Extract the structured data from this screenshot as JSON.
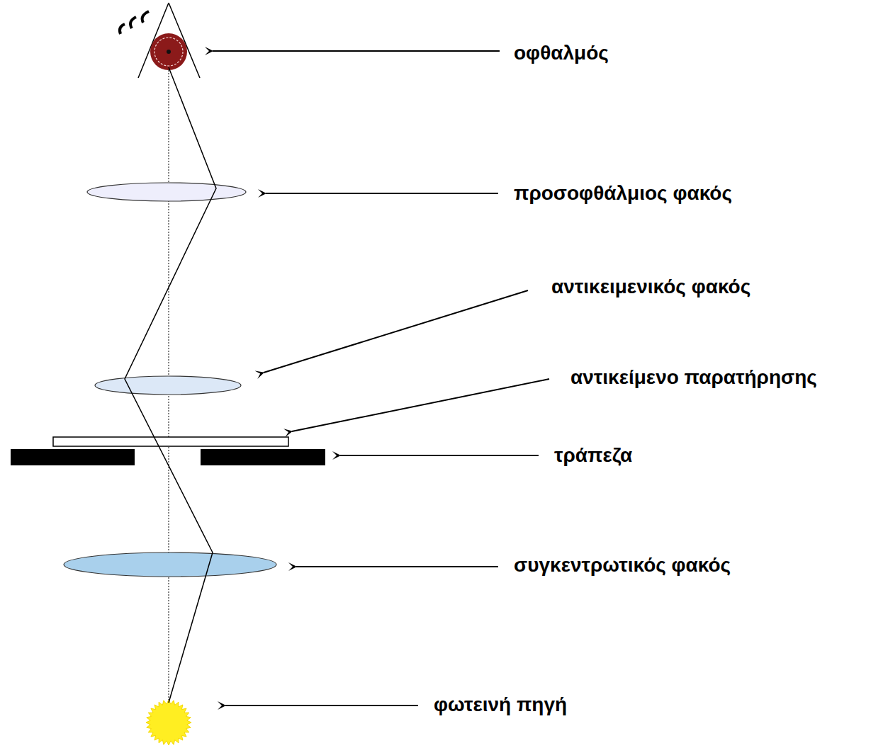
{
  "diagram": {
    "labels": [
      "οφθαλμός",
      "προσοφθάλμιος φακός",
      "αντικειμενικός φακός",
      "αντικείμενο παρατήρησης",
      "τράπεζα",
      "συγκεντρωτικός φακός",
      "φωτεινή πηγή"
    ]
  }
}
